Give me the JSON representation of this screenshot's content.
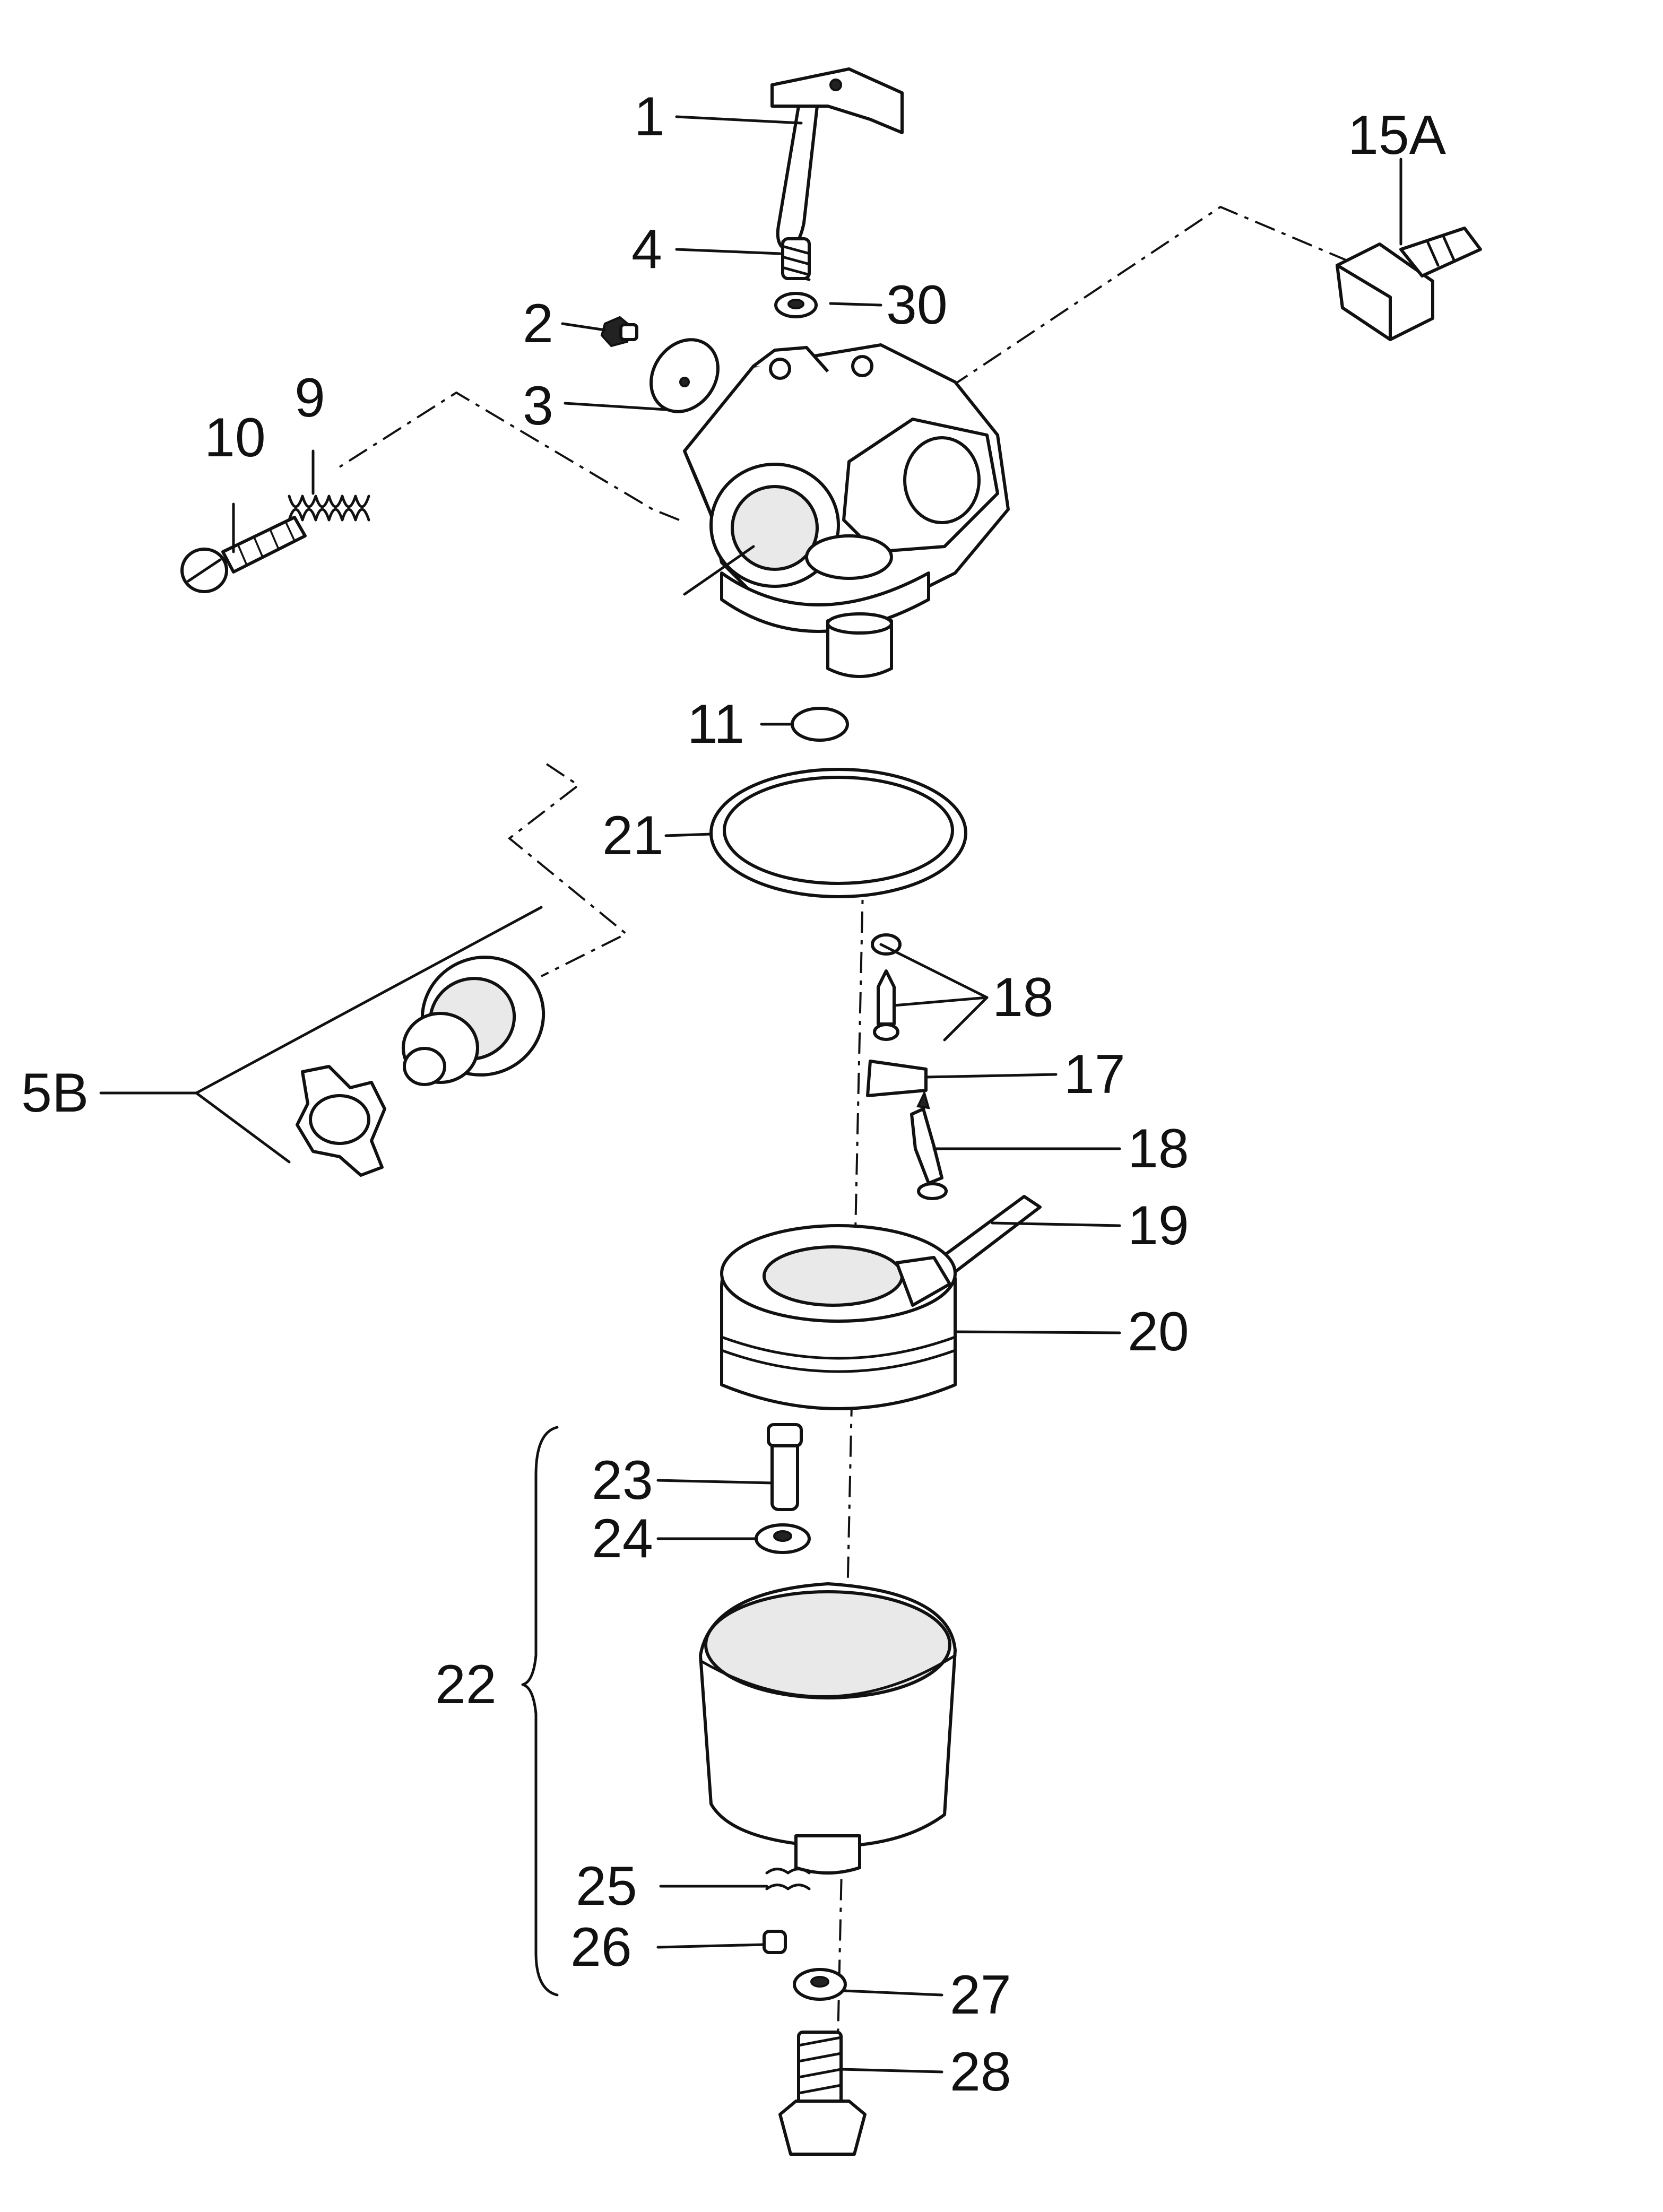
{
  "callouts": [
    {
      "id": "p1",
      "label": "1"
    },
    {
      "id": "p4",
      "label": "4"
    },
    {
      "id": "p30",
      "label": "30"
    },
    {
      "id": "p2",
      "label": "2"
    },
    {
      "id": "p3",
      "label": "3"
    },
    {
      "id": "p10",
      "label": "10"
    },
    {
      "id": "p9",
      "label": "9"
    },
    {
      "id": "p15A",
      "label": "15A"
    },
    {
      "id": "p11",
      "label": "11"
    },
    {
      "id": "p21",
      "label": "21"
    },
    {
      "id": "p5B",
      "label": "5B"
    },
    {
      "id": "p18a",
      "label": "18"
    },
    {
      "id": "p17",
      "label": "17"
    },
    {
      "id": "p18b",
      "label": "18"
    },
    {
      "id": "p19",
      "label": "19"
    },
    {
      "id": "p20",
      "label": "20"
    },
    {
      "id": "p23",
      "label": "23"
    },
    {
      "id": "p24",
      "label": "24"
    },
    {
      "id": "p22",
      "label": "22"
    },
    {
      "id": "p25",
      "label": "25"
    },
    {
      "id": "p26",
      "label": "26"
    },
    {
      "id": "p27",
      "label": "27"
    },
    {
      "id": "p28",
      "label": "28"
    }
  ]
}
